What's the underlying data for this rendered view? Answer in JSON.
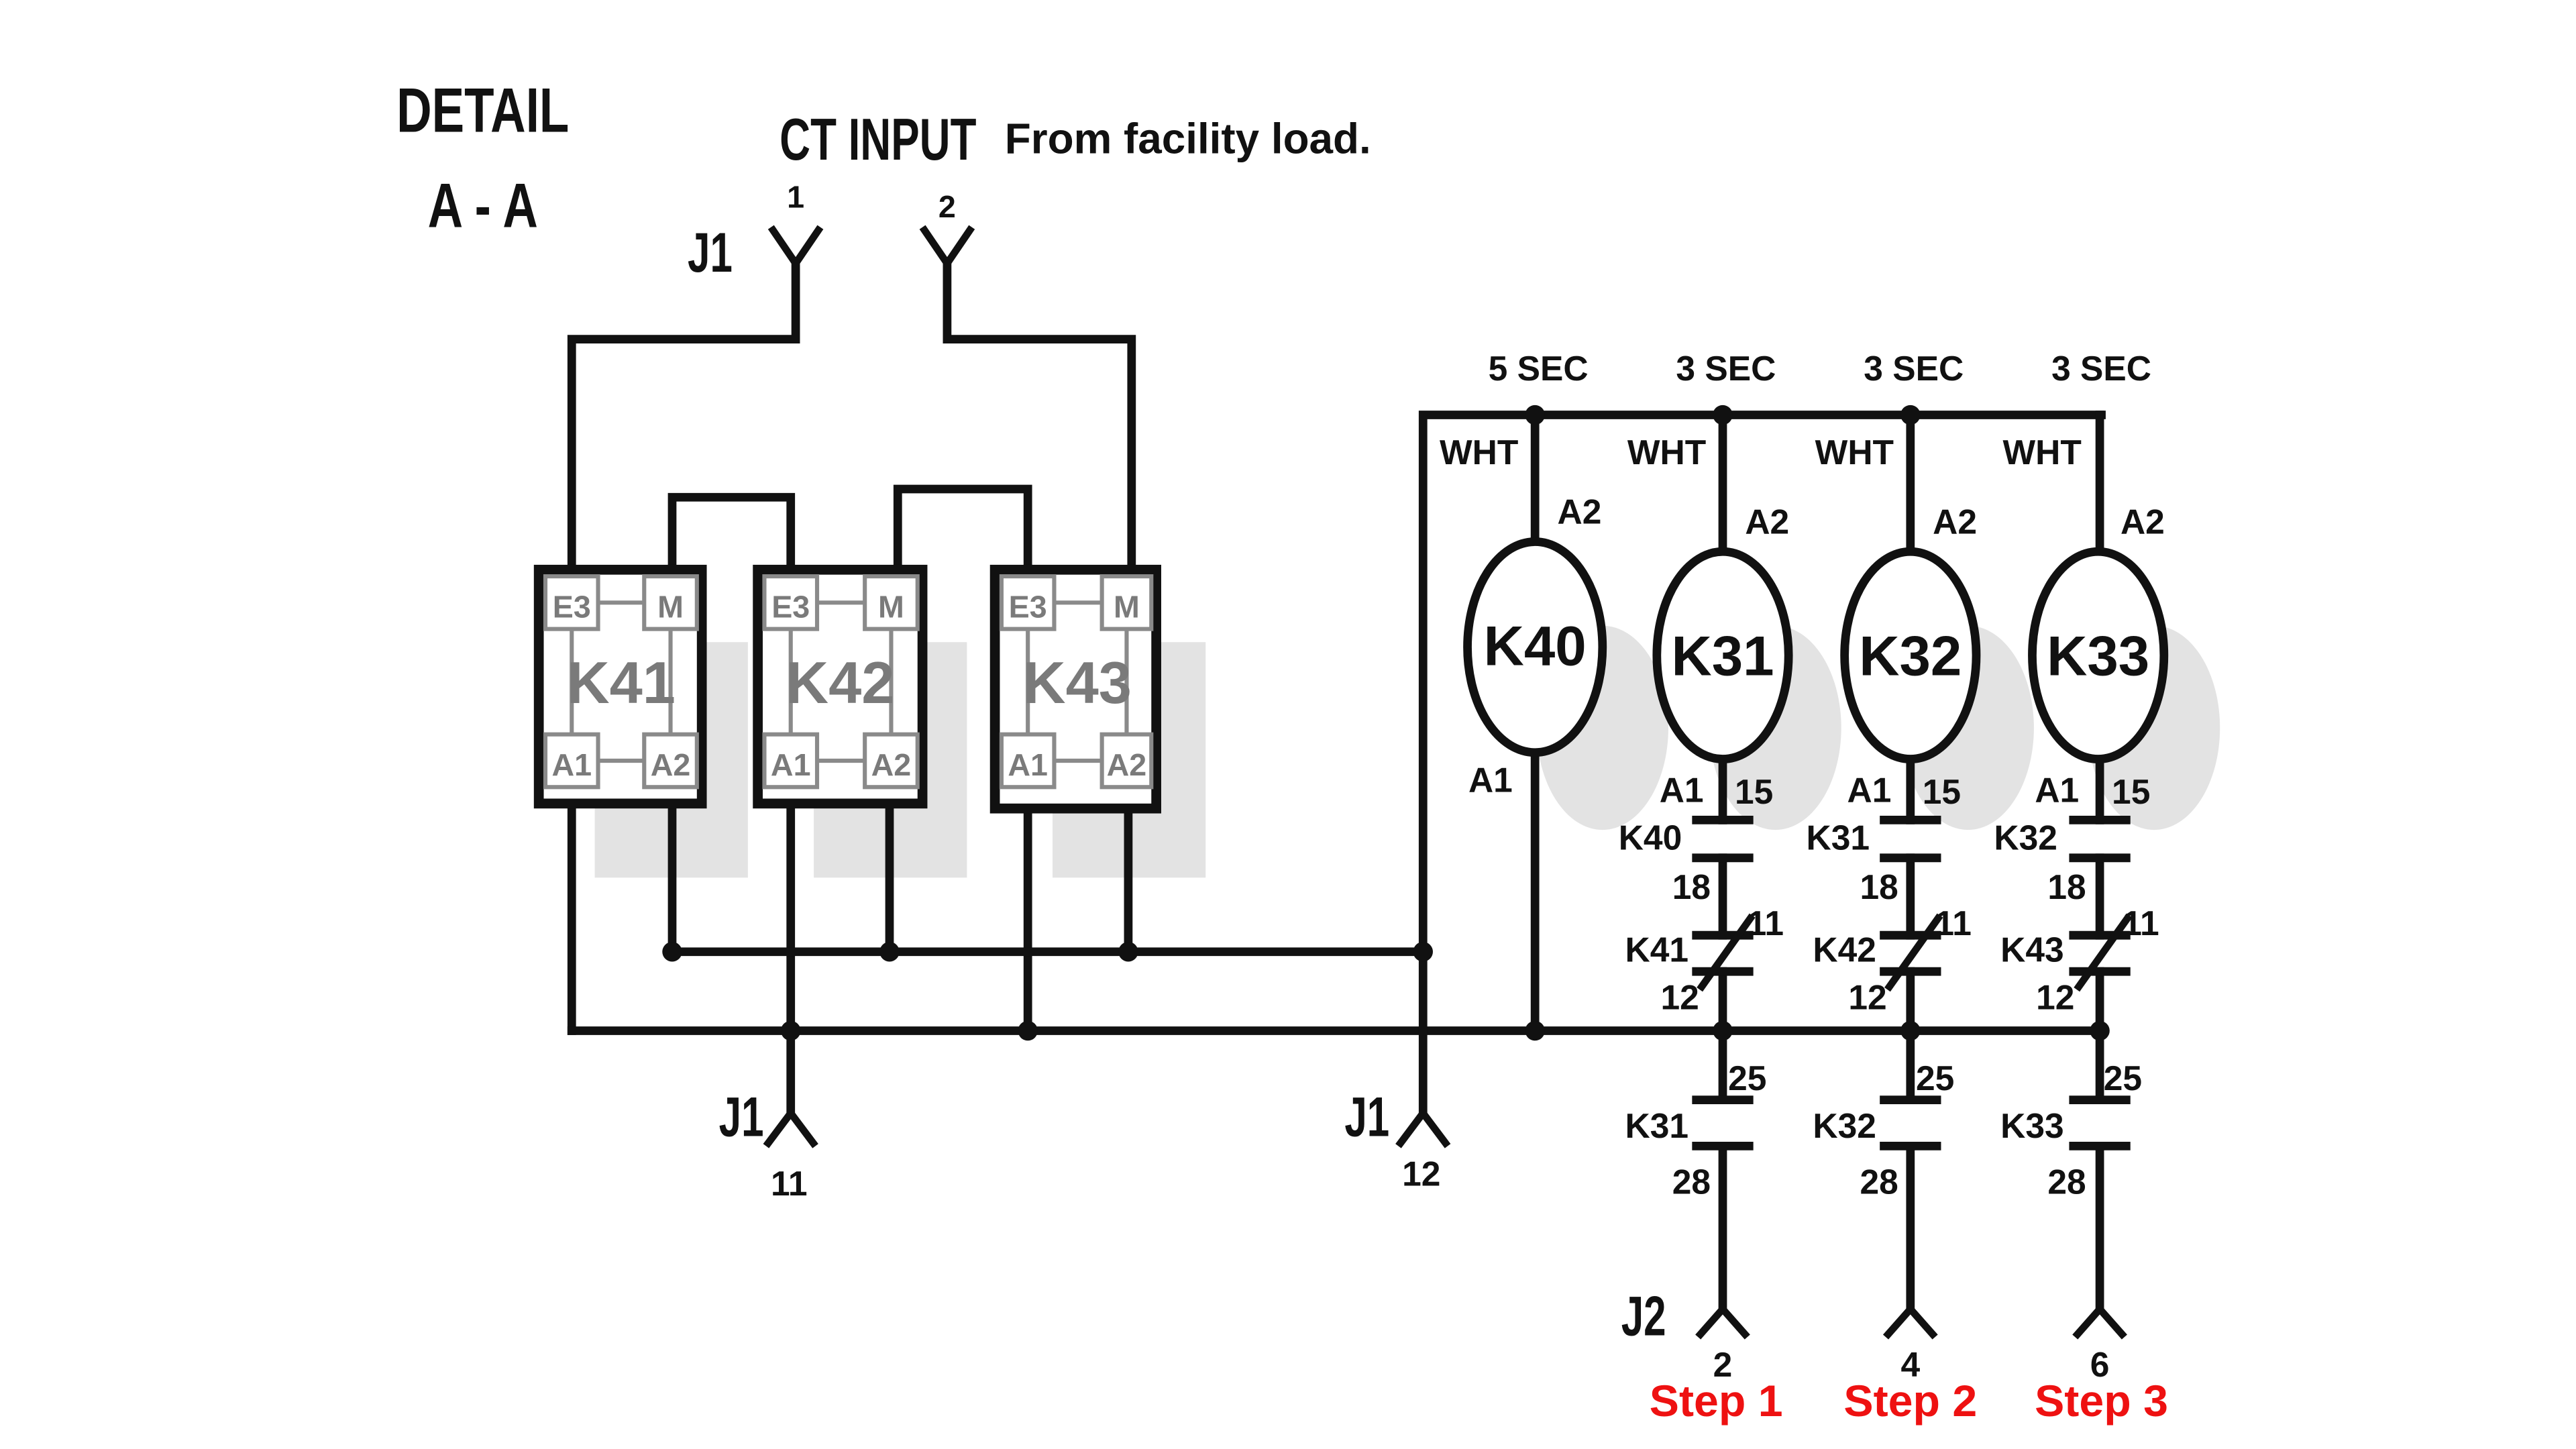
{
  "detail": {
    "line1": "DETAIL",
    "line2": "A - A"
  },
  "ct_input": {
    "label": "CT INPUT",
    "note": "From facility load.",
    "connector": "J1",
    "pin_a": "1",
    "pin_b": "2"
  },
  "timers": [
    {
      "name": "K41",
      "t1": "E3",
      "t2": "M",
      "t3": "A1",
      "t4": "A2"
    },
    {
      "name": "K42",
      "t1": "E3",
      "t2": "M",
      "t3": "A1",
      "t4": "A2"
    },
    {
      "name": "K43",
      "t1": "E3",
      "t2": "M",
      "t3": "A1",
      "t4": "A2"
    }
  ],
  "coils": [
    {
      "name": "K40",
      "delay": "5 SEC",
      "wire": "WHT",
      "top": "A2",
      "bottom": "A1"
    },
    {
      "name": "K31",
      "delay": "3 SEC",
      "wire": "WHT",
      "top": "A2",
      "bottom": "A1"
    },
    {
      "name": "K32",
      "delay": "3 SEC",
      "wire": "WHT",
      "top": "A2",
      "bottom": "A1"
    },
    {
      "name": "K33",
      "delay": "3 SEC",
      "wire": "WHT",
      "top": "A2",
      "bottom": "A1"
    }
  ],
  "chains": [
    {
      "no_contact": "K40",
      "pin15": "15",
      "pin18": "18",
      "nc_contact": "K41",
      "pin11": "11",
      "pin12": "12",
      "out_contact": "K31",
      "pin25": "25",
      "pin28": "28",
      "output_pin": "2",
      "step": "Step 1"
    },
    {
      "no_contact": "K31",
      "pin15": "15",
      "pin18": "18",
      "nc_contact": "K42",
      "pin11": "11",
      "pin12": "12",
      "out_contact": "K32",
      "pin25": "25",
      "pin28": "28",
      "output_pin": "4",
      "step": "Step 2"
    },
    {
      "no_contact": "K32",
      "pin15": "15",
      "pin18": "18",
      "nc_contact": "K43",
      "pin11": "11",
      "pin12": "12",
      "out_contact": "K33",
      "pin25": "25",
      "pin28": "28",
      "output_pin": "6",
      "step": "Step 3"
    }
  ],
  "bottom_connectors": [
    {
      "name": "J1",
      "pin": "11"
    },
    {
      "name": "J1",
      "pin": "12"
    }
  ],
  "output_connector": "J2",
  "colors": {
    "wire": "#111111",
    "step_text": "#ee1111",
    "shadow": "#e3e3e3",
    "relay_text": "#7a7a7a"
  }
}
